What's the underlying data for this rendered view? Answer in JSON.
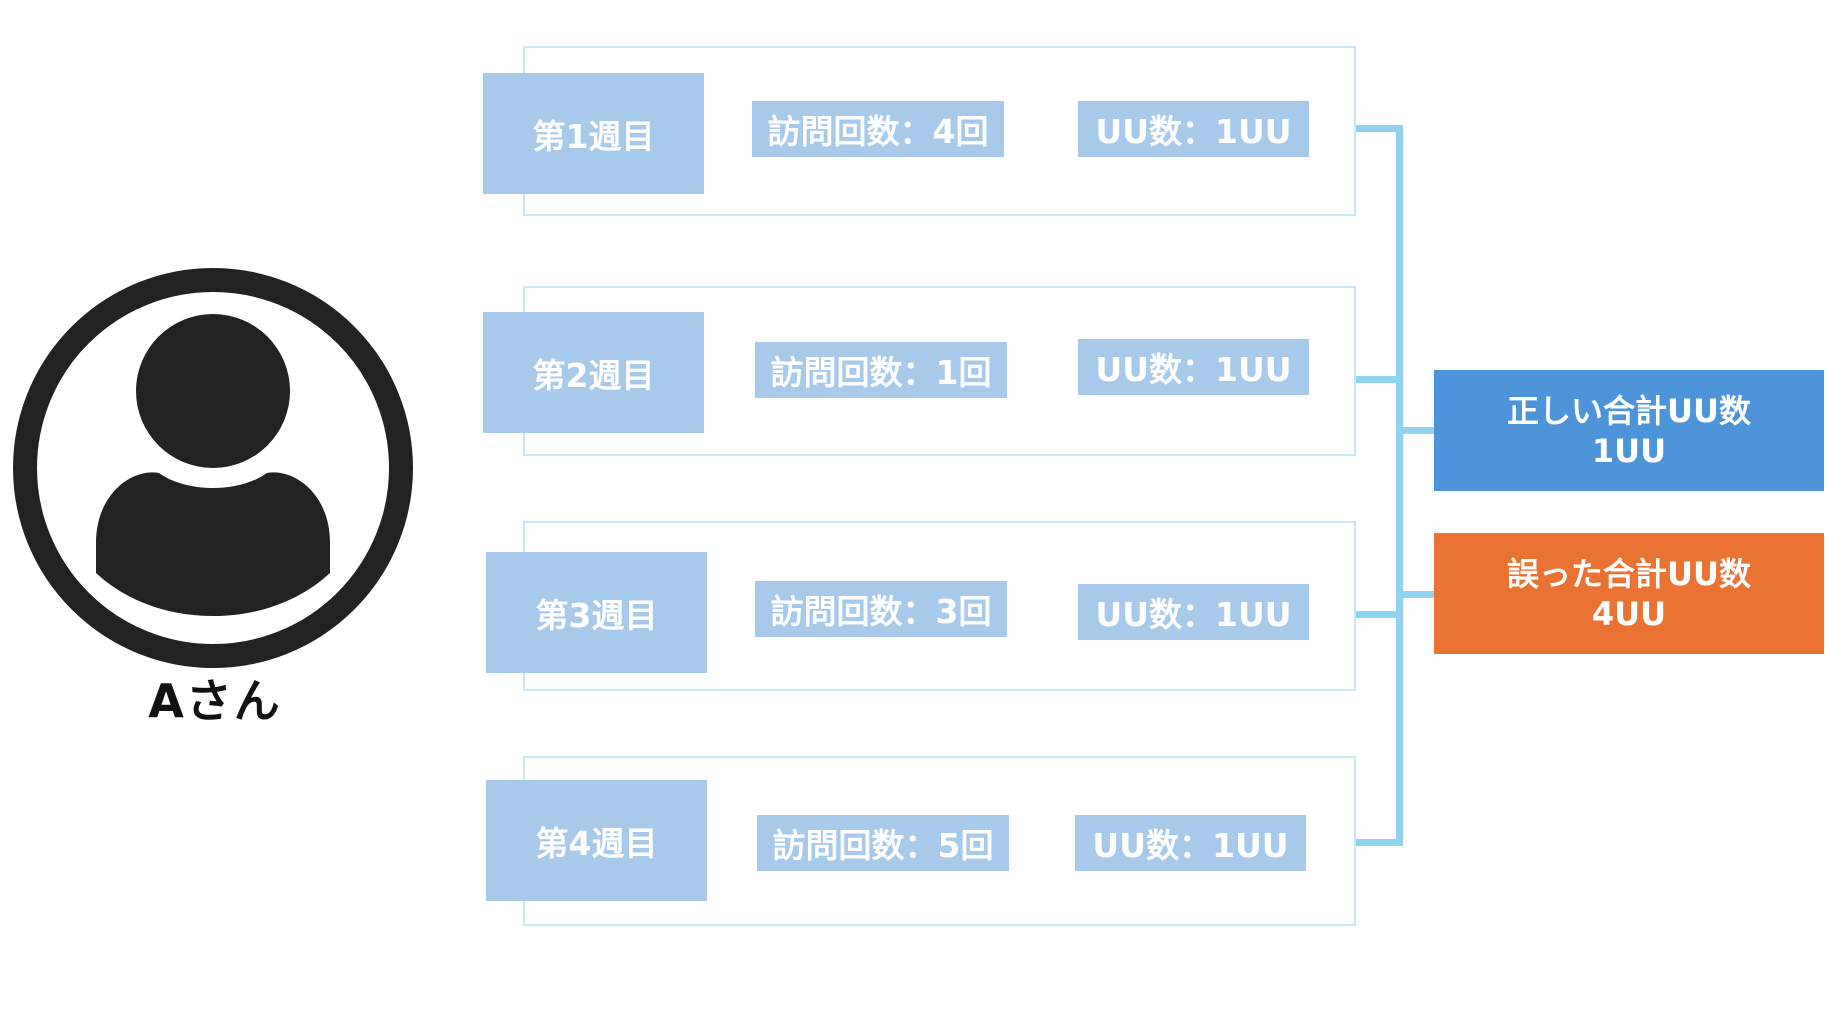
{
  "user": {
    "label": "Aさん",
    "icon": "user-avatar-icon"
  },
  "weeks": [
    {
      "week": "第1週目",
      "visits": "訪問回数：4回",
      "uu": "UU数：1UU"
    },
    {
      "week": "第2週目",
      "visits": "訪問回数：1回",
      "uu": "UU数：1UU"
    },
    {
      "week": "第3週目",
      "visits": "訪問回数：3回",
      "uu": "UU数：1UU"
    },
    {
      "week": "第4週目",
      "visits": "訪問回数：5回",
      "uu": "UU数：1UU"
    }
  ],
  "results": {
    "correct": {
      "title": "正しい合計UU数",
      "value": "1UU"
    },
    "wrong": {
      "title": "誤った合計UU数",
      "value": "4UU"
    }
  },
  "colors": {
    "box": "#a8caea",
    "frame": "#c9e8f7",
    "connector": "#8fd3f1",
    "correct": "#4d95d8",
    "wrong": "#ea7233",
    "icon": "#222222"
  }
}
